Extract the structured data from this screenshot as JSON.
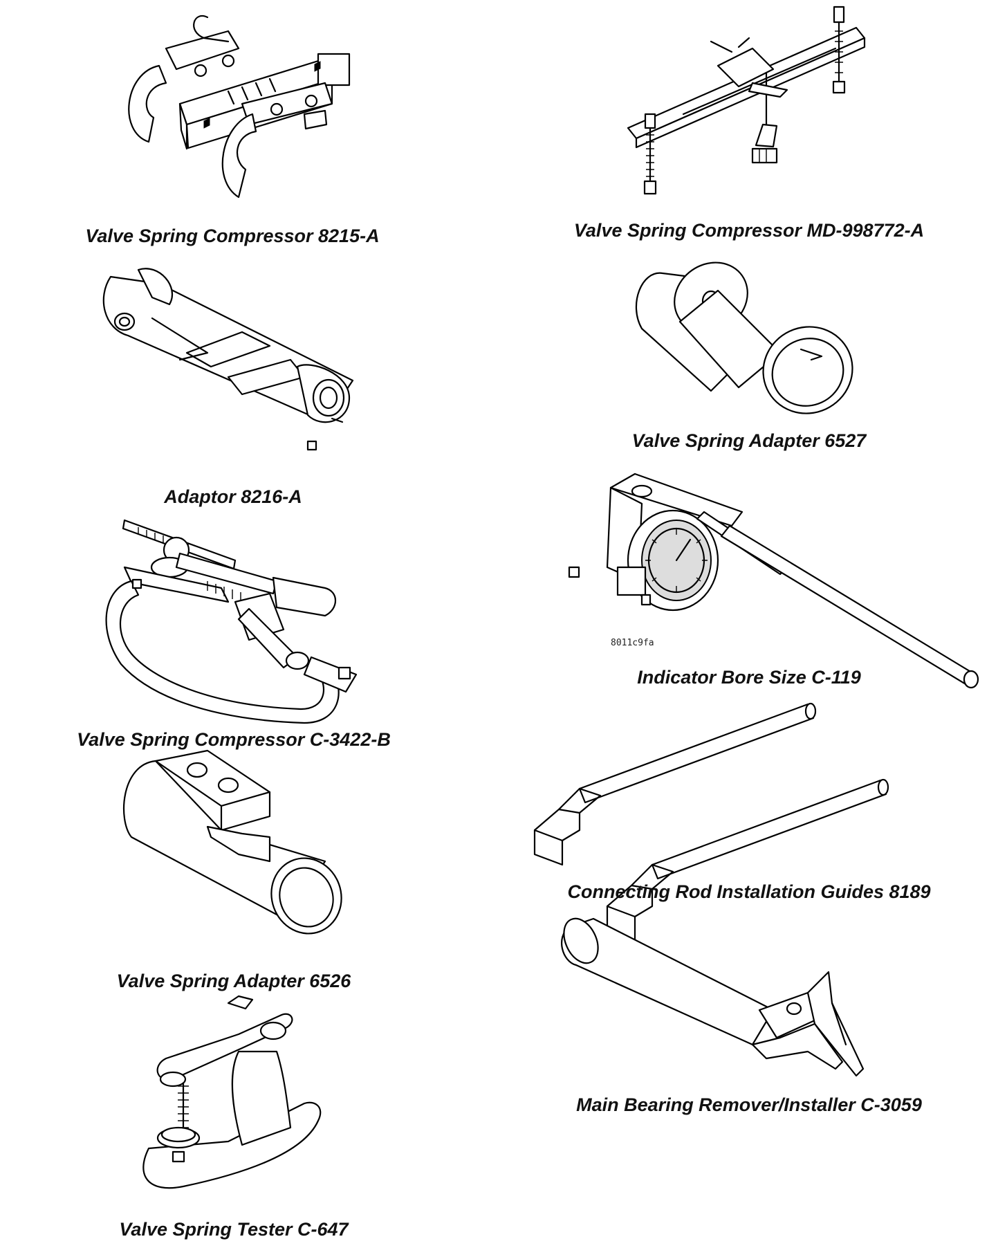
{
  "tools": [
    {
      "id": "valve-spring-compressor-8215-a",
      "caption": "Valve Spring Compressor 8215-A"
    },
    {
      "id": "valve-spring-compressor-md-998772-a",
      "caption": "Valve Spring Compressor MD-998772-A"
    },
    {
      "id": "adaptor-8216-a",
      "caption": "Adaptor 8216-A"
    },
    {
      "id": "valve-spring-adapter-6527",
      "caption": "Valve Spring Adapter 6527"
    },
    {
      "id": "indicator-bore-size-c-119",
      "caption": "Indicator Bore Size C-119"
    },
    {
      "id": "valve-spring-compressor-c-3422-b",
      "caption": "Valve Spring Compressor C-3422-B"
    },
    {
      "id": "connecting-rod-installation-guides-8189",
      "caption": "Connecting Rod Installation Guides 8189"
    },
    {
      "id": "valve-spring-adapter-6526",
      "caption": "Valve Spring Adapter 6526"
    },
    {
      "id": "main-bearing-remover-installer-c-3059",
      "caption": "Main Bearing Remover/Installer C-3059"
    },
    {
      "id": "valve-spring-tester-c-647",
      "caption": "Valve Spring Tester C-647"
    }
  ],
  "figure_code": "8011c9fa",
  "icons": [
    "valve-spring-compressor-icon",
    "adaptor-icon",
    "indicator-bore-gauge-icon",
    "connecting-rod-guide-icon",
    "bearing-remover-icon",
    "spring-tester-icon"
  ]
}
